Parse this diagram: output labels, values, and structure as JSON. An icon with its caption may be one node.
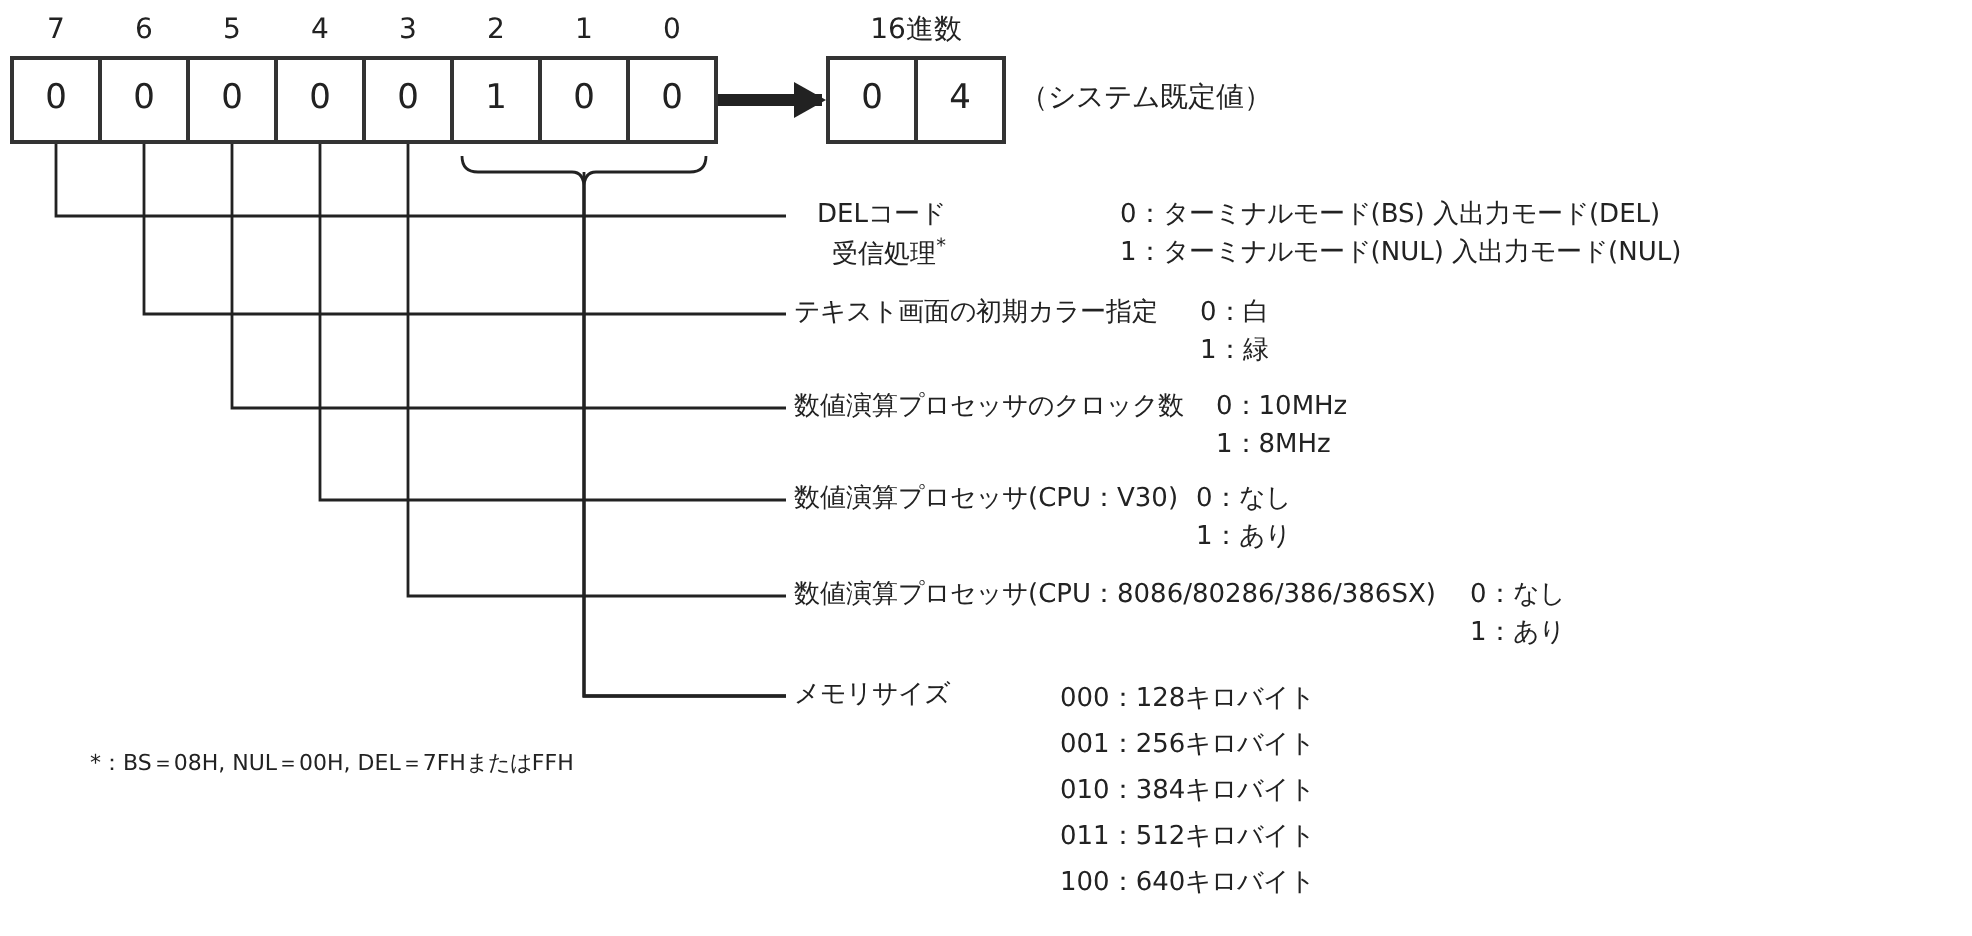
{
  "diagram": {
    "nodes": [
      {
        "text": [
          "0"
        ],
        "beside": [
          "7"
        ]
      },
      {
        "text": [
          "0"
        ],
        "beside": [
          "6"
        ]
      },
      {
        "text": [
          "0"
        ],
        "beside": [
          "5"
        ]
      },
      {
        "text": [
          "0"
        ],
        "beside": [
          "4"
        ]
      },
      {
        "text": [
          "0"
        ],
        "beside": [
          "3"
        ]
      },
      {
        "text": [
          "1"
        ],
        "beside": [
          "2"
        ]
      },
      {
        "text": [
          "0"
        ],
        "beside": [
          "1"
        ]
      },
      {
        "text": [
          "0"
        ],
        "beside": [
          "0"
        ]
      },
      {
        "text": [
          "0"
        ]
      },
      {
        "text": [
          "4"
        ]
      },
      {
        "text": [
          "DELコード受信処理$^{*}$"
        ],
        "beside": [
          "0：ターミナルモード(BS) 入出力モード(DEL)",
          "1：ターミナルモード(NUL) 入出力モード(NUL)"
        ]
      },
      {
        "text": [
          "テキスト画面の初期カラー指定"
        ],
        "beside": [
          "0：白",
          "1：緑"
        ]
      },
      {
        "text": [
          "数値演算プロセッサのクロック数"
        ],
        "beside": [
          "0：10MHz",
          "1：8MHz"
        ]
      },
      {
        "text": [
          "数値演算プロセッサ(CPU：V30)"
        ],
        "beside": [
          "0：なし",
          "1：あり"
        ]
      },
      {
        "text": [
          "数値演算プロセッサ(CPU：8086/80286/386/386SX)"
        ],
        "beside": [
          "0：なし",
          "1：あり"
        ]
      },
      {
        "text": [
          "メモリサイズ"
        ],
        "beside": [
          "000：128キロバイト",
          "001：256キロバイト",
          "010：384キロバイト",
          "011：512キロバイト",
          "100：640キロバイト"
        ]
      }
    ],
    "edges": [
      {
        "from": 7,
        "to": 8,
        "arrow": "to",
        "style": "thick"
      },
      {
        "from": 0,
        "to": 10,
        "arrow": "none"
      },
      {
        "from": 1,
        "to": 11,
        "arrow": "none"
      },
      {
        "from": 2,
        "to": 12,
        "arrow": "none"
      },
      {
        "from": 3,
        "to": 13,
        "arrow": "none"
      },
      {
        "from": 4,
        "to": 14,
        "arrow": "none"
      },
      {
        "from": 5,
        "to": 15,
        "arrow": "none"
      },
      {
        "from": 6,
        "to": 15,
        "arrow": "none"
      },
      {
        "from": 7,
        "to": 15,
        "arrow": "none"
      }
    ],
    "labels": [
      "16進数",
      "（システム既定値）",
      "*：BS＝08H, NUL＝00H, DEL＝7FHまたはFFH"
    ]
  }
}
